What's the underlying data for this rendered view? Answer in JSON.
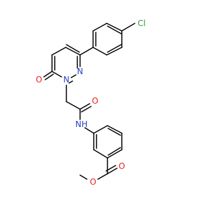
{
  "atoms": {
    "cl": {
      "label": "Cl",
      "color": "#3a9a3a"
    },
    "o_ring": {
      "label": "O",
      "color": "#e8231a"
    },
    "o_amide": {
      "label": "O",
      "color": "#e8231a"
    },
    "o_ester_carbonyl": {
      "label": "O",
      "color": "#e8231a"
    },
    "o_ester": {
      "label": "O",
      "color": "#e8231a"
    },
    "n1": {
      "label": "N",
      "color": "#2b3fc9"
    },
    "n2": {
      "label": "N",
      "color": "#2b3fc9"
    },
    "nh": {
      "label": "NH",
      "color": "#2b3fc9"
    }
  },
  "colors": {
    "bond": "#000000",
    "background": "#ffffff"
  }
}
